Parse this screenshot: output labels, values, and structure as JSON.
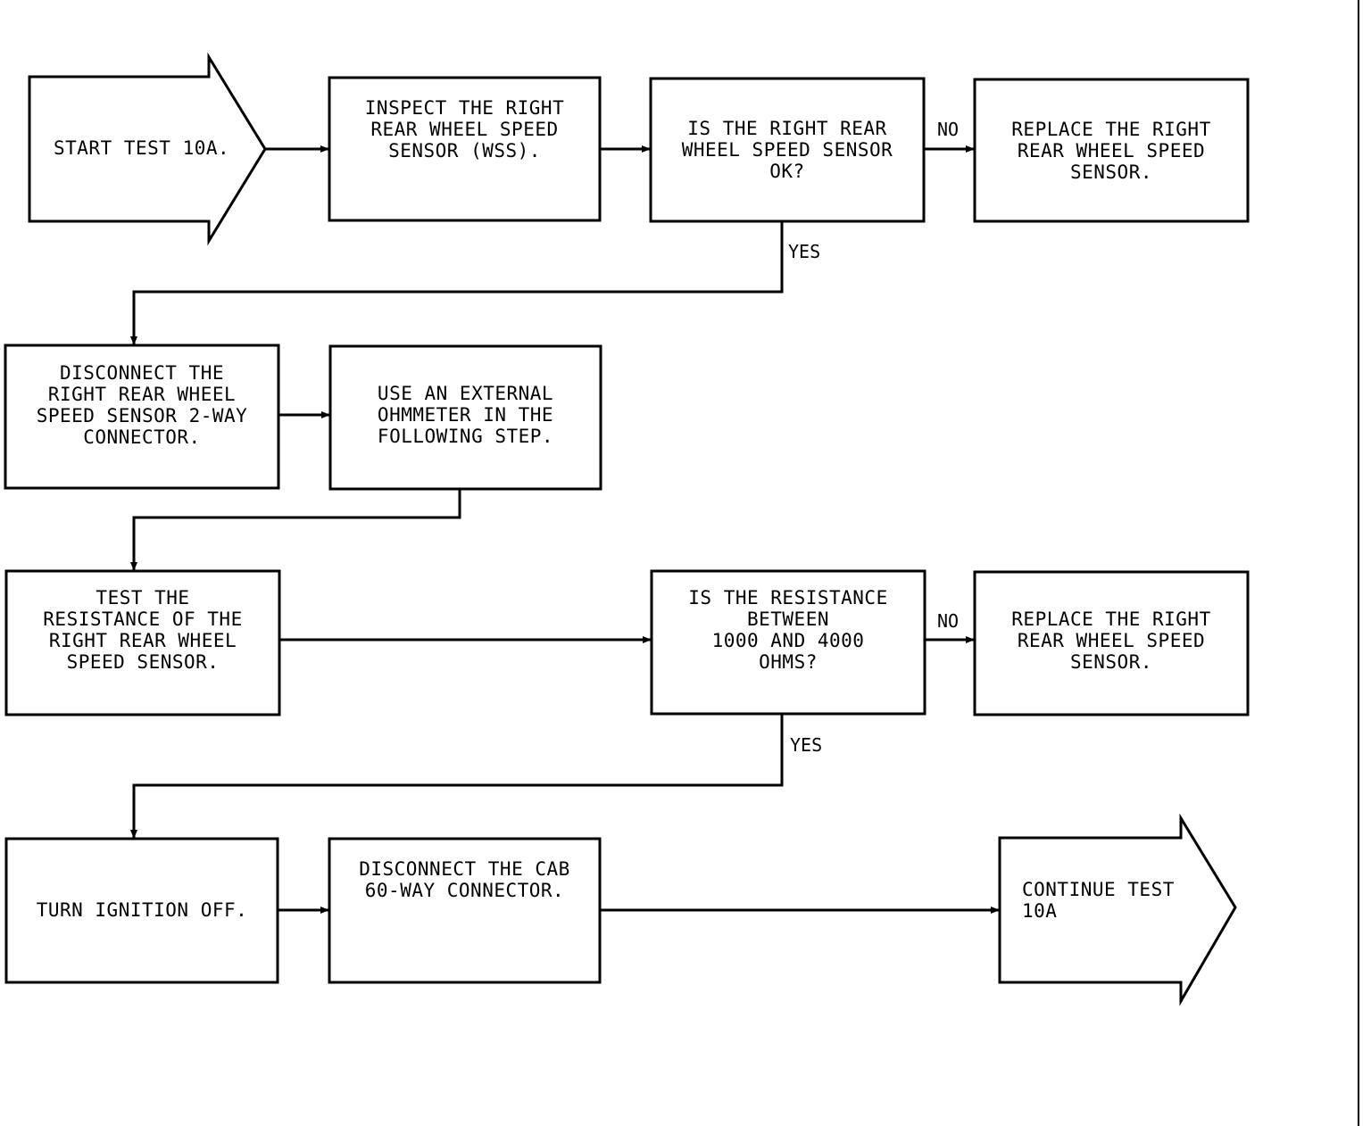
{
  "colors": {
    "ink": "#000000",
    "background": "#ffffff"
  },
  "nodes": {
    "start": {
      "text": "START TEST 10A."
    },
    "inspect": {
      "text": "INSPECT THE RIGHT\nREAR WHEEL SPEED\nSENSOR (WSS)."
    },
    "q_sensor_ok": {
      "text": "IS THE RIGHT REAR\nWHEEL SPEED SENSOR\nOK?"
    },
    "replace_1": {
      "text": "REPLACE THE RIGHT\nREAR WHEEL SPEED\nSENSOR."
    },
    "disconnect_wss": {
      "text": "DISCONNECT THE\nRIGHT REAR WHEEL\nSPEED SENSOR 2-WAY\nCONNECTOR."
    },
    "use_ohmmeter": {
      "text": "USE AN EXTERNAL\nOHMMETER IN THE\nFOLLOWING STEP."
    },
    "test_resistance": {
      "text": "TEST THE\nRESISTANCE OF THE\nRIGHT REAR WHEEL\nSPEED SENSOR."
    },
    "q_resistance": {
      "text": "IS THE RESISTANCE\nBETWEEN\n1000 AND 4000\nOHMS?"
    },
    "replace_2": {
      "text": "REPLACE THE RIGHT\nREAR WHEEL SPEED\nSENSOR."
    },
    "ignition_off": {
      "text": "TURN IGNITION OFF."
    },
    "disconnect_cab": {
      "text": "DISCONNECT THE CAB\n60-WAY CONNECTOR."
    },
    "continue": {
      "text": "CONTINUE TEST\n10A"
    }
  },
  "edge_labels": {
    "no_1": "NO",
    "yes_1": "YES",
    "no_2": "NO",
    "yes_2": "YES"
  }
}
